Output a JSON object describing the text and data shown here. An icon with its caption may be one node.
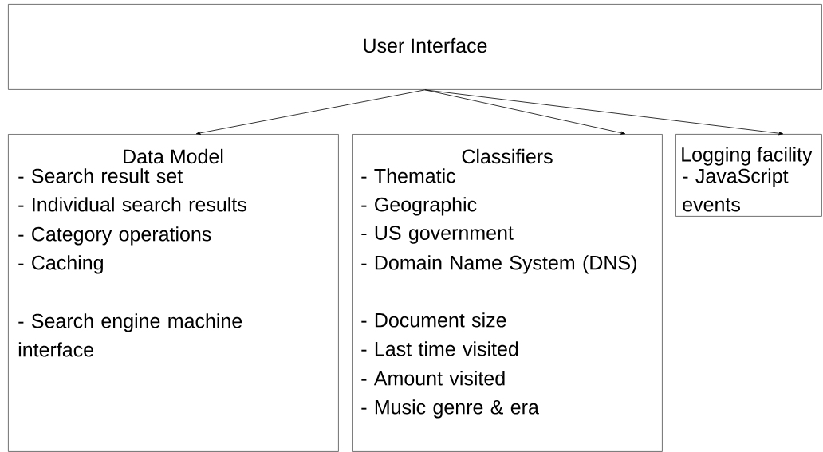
{
  "diagram": {
    "nodes": [
      {
        "text": [
          "User Interface"
        ]
      },
      {
        "text": [
          "Data Model",
          "- Search result set",
          "- Individual search results",
          "- Category operations",
          "- Caching",
          "- Search engine machine interface"
        ]
      },
      {
        "text": [
          "Classifiers",
          "- Thematic",
          "- Geographic",
          "- US government",
          "- Domain Name System (DNS)",
          "- Document size",
          "- Last time visited",
          "- Amount visited",
          "- Music genre & era"
        ]
      },
      {
        "text": [
          "Logging facility",
          "- JavaScript events"
        ]
      }
    ],
    "edges": [
      {
        "from": 0,
        "to": 1,
        "arrow": "to"
      },
      {
        "from": 0,
        "to": 2,
        "arrow": "to"
      },
      {
        "from": 0,
        "to": 3,
        "arrow": "to"
      }
    ]
  }
}
